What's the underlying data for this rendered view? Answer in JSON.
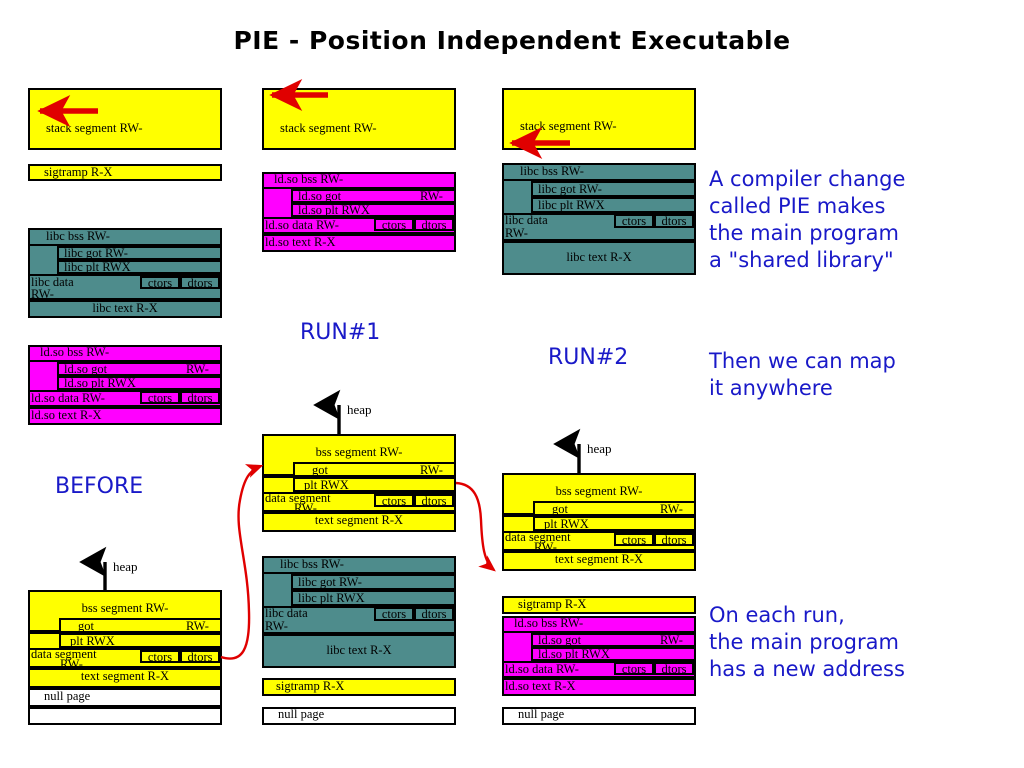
{
  "title": "PIE - Position Independent Executable",
  "labels": {
    "before": "BEFORE",
    "run1": "RUN#1",
    "run2": "RUN#2",
    "heap": "heap"
  },
  "notes": {
    "note1": "A compiler change\ncalled PIE makes\nthe main program\na \"shared library\"",
    "note2": "Then we can map\nit anywhere",
    "note3": "On each run,\nthe main program\nhas a new address"
  },
  "segments": {
    "stack": "stack segment RW-",
    "sigtramp": "sigtramp R-X",
    "null_page": "null page",
    "bss": "bss segment RW-",
    "got": "got",
    "got_perm": "RW-",
    "plt": "plt   RWX",
    "ctors": "ctors",
    "dtors": "dtors",
    "data": "data segment",
    "data_perm": "RW-",
    "text": "text segment R-X",
    "libc_bss": "libc bss RW-",
    "libc_got": "libc got    RW-",
    "libc_plt": "libc plt    RWX",
    "libc_data": "libc data",
    "libc_data_perm": "RW-",
    "libc_text": "libc text R-X",
    "ldso_bss": "ld.so bss RW-",
    "ldso_got": "ld.so got",
    "ldso_got_perm": "RW-",
    "ldso_plt": "ld.so plt   RWX",
    "ldso_data": "ld.so data RW-",
    "ldso_text": "ld.so text  R-X"
  },
  "colors": {
    "yellow": "#ffff00",
    "teal": "#4e8c8c",
    "magenta": "#ff00ff",
    "white": "#ffffff",
    "arrow_red": "#e00000",
    "note_blue": "#1919c8",
    "outline": "#000000"
  }
}
